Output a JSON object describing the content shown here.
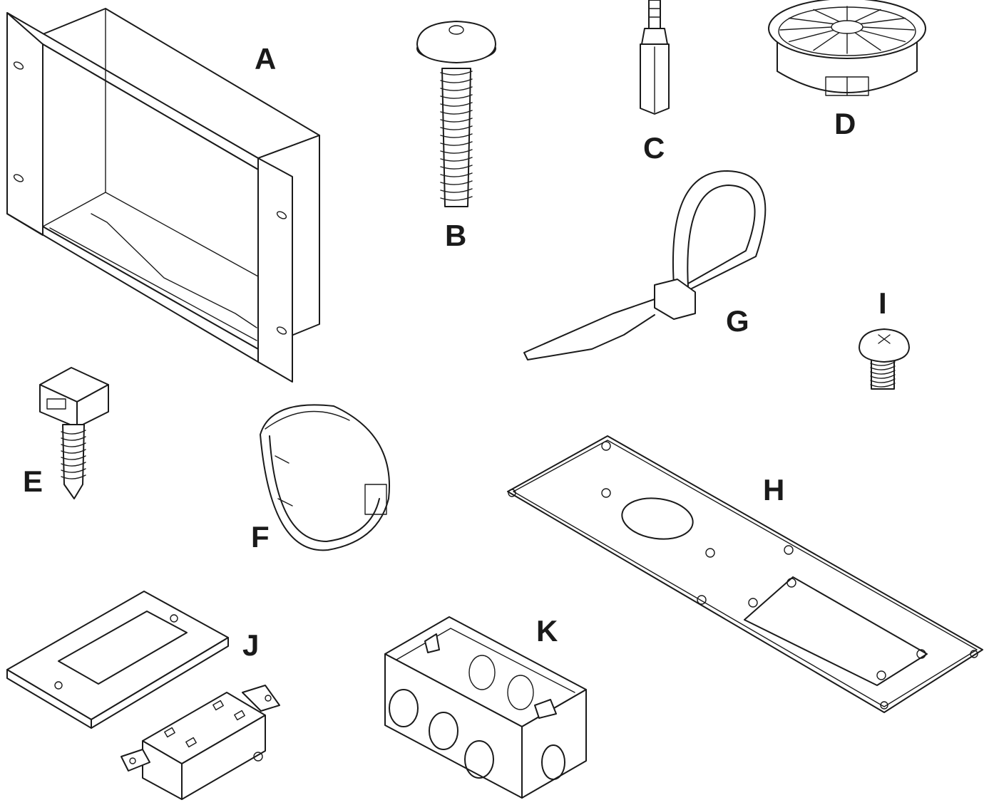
{
  "diagram": {
    "parts": [
      {
        "id": "a",
        "label": "A"
      },
      {
        "id": "b",
        "label": "B"
      },
      {
        "id": "c",
        "label": "C"
      },
      {
        "id": "d",
        "label": "D"
      },
      {
        "id": "e",
        "label": "E"
      },
      {
        "id": "f",
        "label": "F"
      },
      {
        "id": "g",
        "label": "G"
      },
      {
        "id": "h",
        "label": "H"
      },
      {
        "id": "i",
        "label": "I"
      },
      {
        "id": "j",
        "label": "J"
      },
      {
        "id": "k",
        "label": "K"
      }
    ]
  },
  "colors": {
    "ink": "#1a1a1a",
    "background": "#ffffff"
  }
}
